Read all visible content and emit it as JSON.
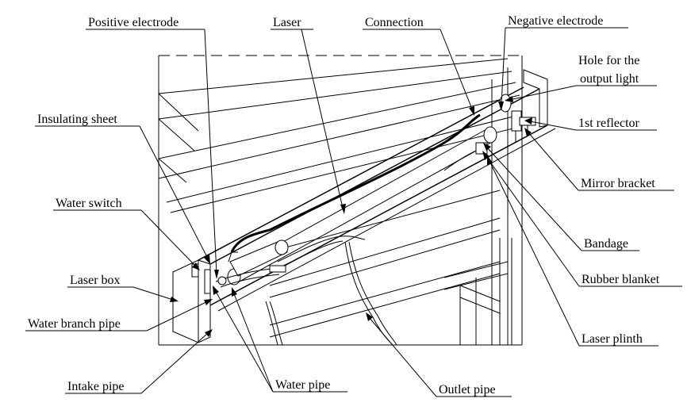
{
  "labels": {
    "positive_electrode": "Positive electrode",
    "laser": "Laser",
    "connection": "Connection",
    "negative_electrode": "Negative electrode",
    "hole_output_line1": "Hole for the",
    "hole_output_line2": "output light",
    "first_reflector": "1st reflector",
    "insulating_sheet": "Insulating sheet",
    "mirror_bracket": "Mirror bracket",
    "water_switch": "Water switch",
    "bandage": "Bandage",
    "rubber_blanket": "Rubber blanket",
    "laser_box": "Laser box",
    "water_branch_pipe": "Water branch pipe",
    "laser_plinth": "Laser plinth",
    "water_pipe": "Water pipe",
    "intake_pipe": "Intake pipe",
    "outlet_pipe": "Outlet pipe"
  }
}
